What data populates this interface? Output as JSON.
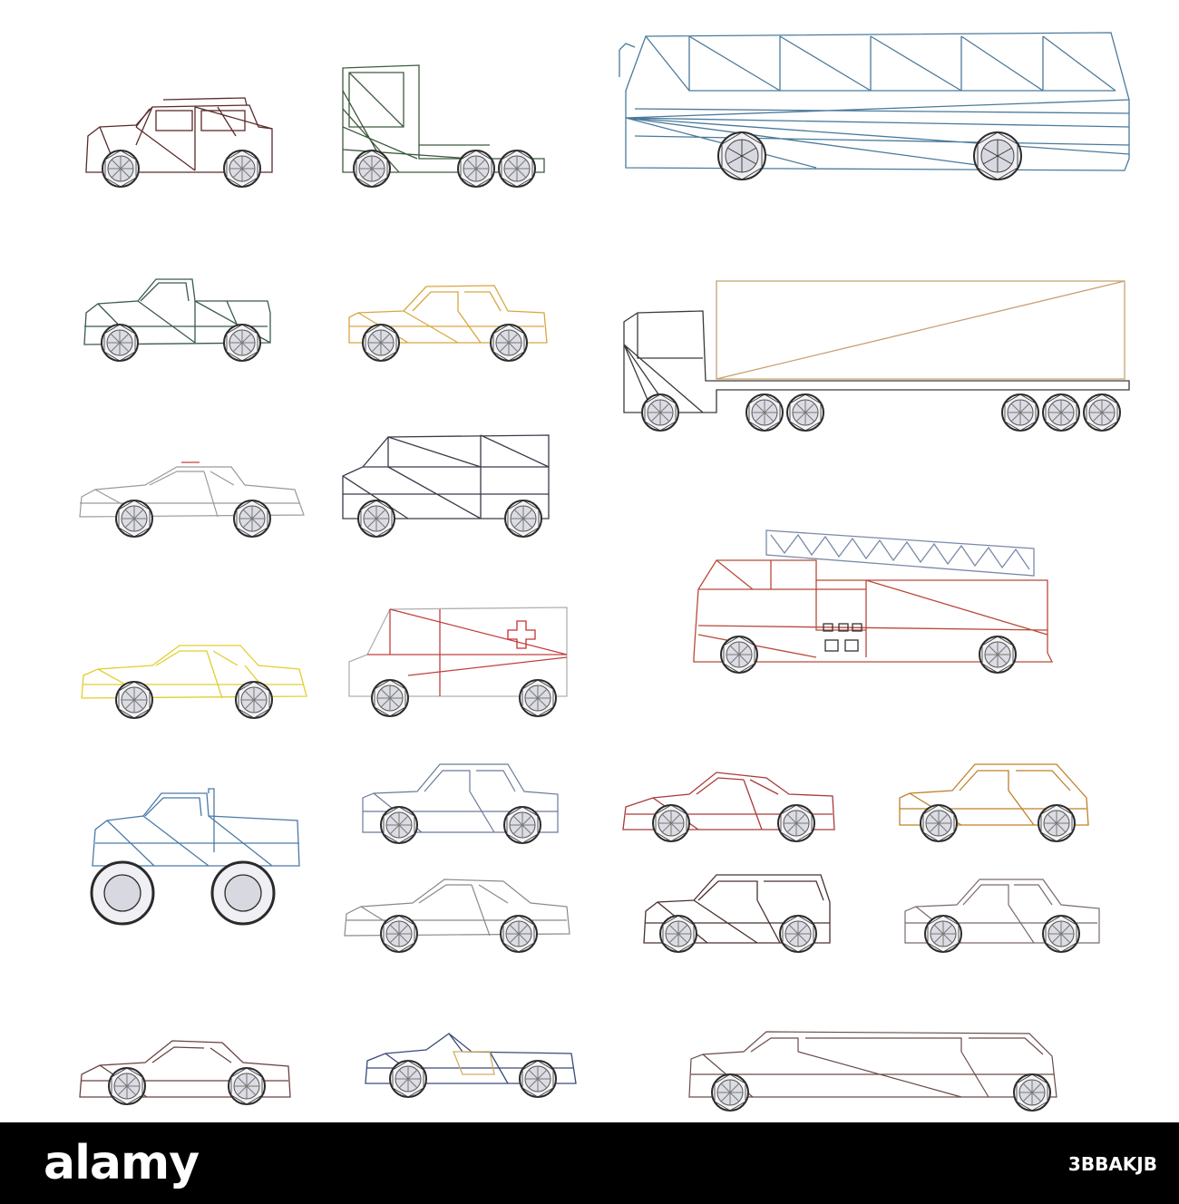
{
  "footer": {
    "brand": "alamy",
    "image_id": "3BBAKJB",
    "background_color": "#000000",
    "text_color": "#ffffff"
  },
  "illustration": {
    "style": "wireframe low-poly vehicle side views",
    "background_color": "#ffffff",
    "vehicles": [
      {
        "id": "suv-roofrack",
        "type": "car",
        "color": "#5a2a2a"
      },
      {
        "id": "semi-tractor",
        "type": "tractor",
        "color": "#3d5a3d"
      },
      {
        "id": "coach-bus",
        "type": "bus",
        "color": "#4a7a9a"
      },
      {
        "id": "pickup-truck",
        "type": "pickup",
        "color": "#3a5a4a"
      },
      {
        "id": "yellow-sedan",
        "type": "sedan",
        "color": "#d9a640"
      },
      {
        "id": "semi-trailer-truck",
        "type": "semi",
        "color": "#c8a070"
      },
      {
        "id": "white-coupe",
        "type": "coupe",
        "color": "#9a9a9a"
      },
      {
        "id": "dark-van",
        "type": "van",
        "color": "#3a3a4a"
      },
      {
        "id": "fire-truck",
        "type": "firetruck",
        "color": "#b84a3a"
      },
      {
        "id": "yellow-taxi",
        "type": "coupe",
        "color": "#e0cf30"
      },
      {
        "id": "ambulance",
        "type": "ambulance",
        "color": "#b0b0b0"
      },
      {
        "id": "monster-truck",
        "type": "monster",
        "color": "#4a7aa8"
      },
      {
        "id": "grey-sedan",
        "type": "sedan",
        "color": "#6a7a9a"
      },
      {
        "id": "red-sports-car",
        "type": "sports",
        "color": "#a83a3a"
      },
      {
        "id": "orange-hatchback",
        "type": "hatchback",
        "color": "#c0802a"
      },
      {
        "id": "white-sports-sedan",
        "type": "coupe",
        "color": "#8a8a8a"
      },
      {
        "id": "black-suv",
        "type": "suv",
        "color": "#4a3030"
      },
      {
        "id": "police-sedan",
        "type": "sedan",
        "color": "#7a6a6a"
      },
      {
        "id": "roadster",
        "type": "roadster",
        "color": "#6a4040"
      },
      {
        "id": "convertible",
        "type": "convertible",
        "color": "#3a4a7a"
      },
      {
        "id": "limousine",
        "type": "limo",
        "color": "#6a4a4a"
      }
    ]
  }
}
